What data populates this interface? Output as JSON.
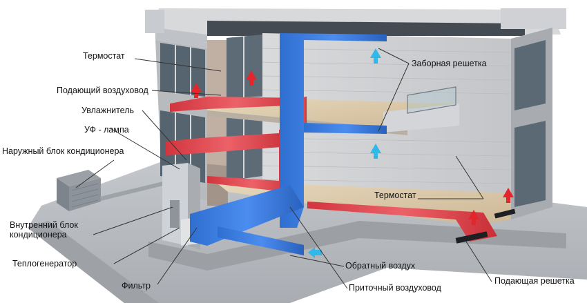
{
  "labels": {
    "termostat_top": "Термостат",
    "supply_duct": "Подающий воздуховод",
    "humidifier": "Увлажнитель",
    "uv_lamp": "УФ - лампа",
    "outdoor_unit": "Наружный блок кондиционера",
    "indoor_unit": "Внутренний блок кондиционера",
    "heat_generator": "Теплогенератор",
    "filter": "Фильтр",
    "intake_grille": "Заборная решетка",
    "termostat_right": "Термостат",
    "return_air": "Обратный воздух",
    "supply_duct_main": "Приточный воздуховод",
    "supply_grille": "Подающая решетка"
  },
  "colors": {
    "supply_duct": "#e2464f",
    "return_duct": "#3b7fe0",
    "supply_arrow": "#e3262b",
    "return_arrow": "#2fb8e8",
    "wall": "#c9ccd1",
    "floor": "#d8c7a8",
    "ground": "#b9bcc0",
    "leader_line": "#333333"
  }
}
